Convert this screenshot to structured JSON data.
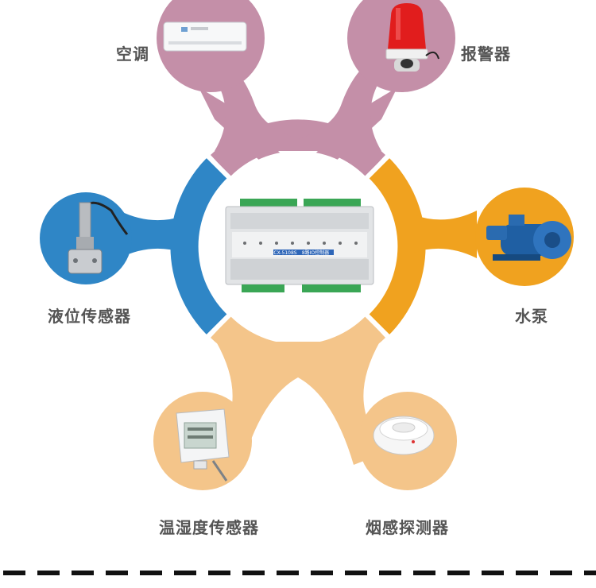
{
  "controller": {
    "model": "CX-5108S",
    "name": "8路IO控制器"
  },
  "devices": [
    {
      "id": "aircon",
      "label": "空调",
      "color": "#c48fa8",
      "icon": "air-conditioner-icon"
    },
    {
      "id": "alarm",
      "label": "报警器",
      "color": "#c48fa8",
      "icon": "alarm-light-icon"
    },
    {
      "id": "pump",
      "label": "水泵",
      "color": "#f0a21f",
      "icon": "water-pump-icon"
    },
    {
      "id": "smoke",
      "label": "烟感探测器",
      "color": "#f4c58a",
      "icon": "smoke-detector-icon"
    },
    {
      "id": "temphum",
      "label": "温湿度传感器",
      "color": "#f4c58a",
      "icon": "temperature-humidity-sensor-icon"
    },
    {
      "id": "level",
      "label": "液位传感器",
      "color": "#2f86c6",
      "icon": "liquid-level-sensor-icon"
    }
  ],
  "colors": {
    "pink": "#c48fa8",
    "orange": "#f0a21f",
    "peach": "#f4c58a",
    "blue": "#2f86c6",
    "label": "#555555",
    "divider": "#111111"
  }
}
